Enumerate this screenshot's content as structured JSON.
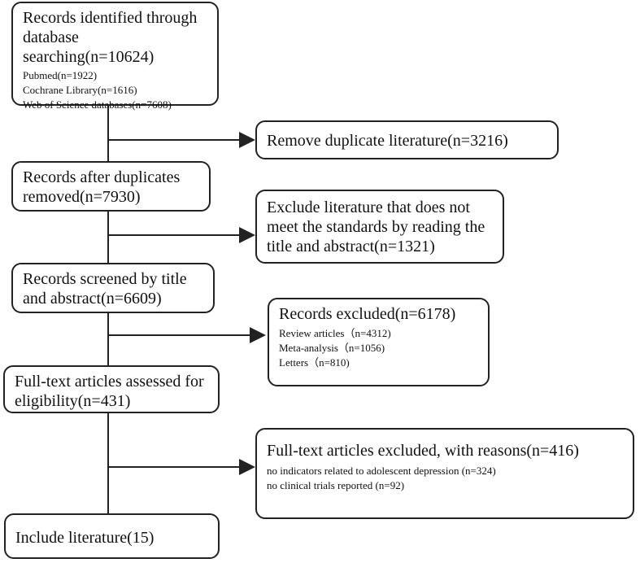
{
  "identified": {
    "title": "Records identified through database searching(n=10624)",
    "sources": [
      "Pubmed(n=1922)",
      "Cochrane Library(n=1616)",
      "Web of Science databases(n=7608)"
    ]
  },
  "duplicates_removed_note": "Remove duplicate literature(n=3216)",
  "after_duplicates": "Records after duplicates removed(n=7930)",
  "title_abstract_exclusion": "Exclude literature that does not meet the standards by reading the title and abstract(n=1321)",
  "screened": "Records screened by title and abstract(n=6609)",
  "records_excluded": {
    "title": "Records excluded(n=6178)",
    "reasons": [
      "Review articles（n=4312)",
      "Meta-analysis（n=1056)",
      "Letters（n=810)"
    ]
  },
  "eligibility": "Full-text articles assessed for eligibility(n=431)",
  "fulltext_excluded": {
    "title": "Full-text articles excluded, with reasons(n=416)",
    "reasons": [
      "no indicators related to adolescent depression (n=324)",
      "no clinical trials reported (n=92)"
    ]
  },
  "included": "Include literature(15)",
  "colors": {
    "line": "#222222",
    "background": "#ffffff"
  }
}
